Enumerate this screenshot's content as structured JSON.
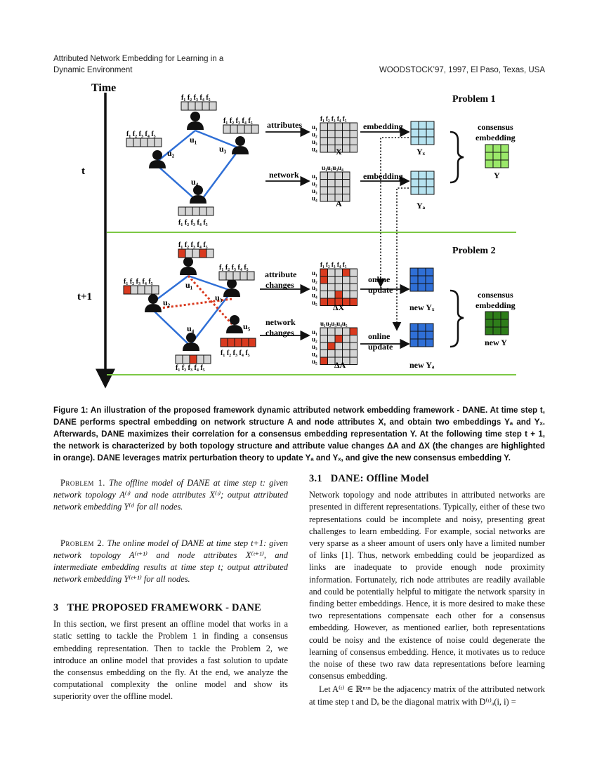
{
  "header": {
    "left_line1": "Attributed Network Embedding for Learning in a",
    "left_line2": "Dynamic Environment",
    "right": "WOODSTOCK’97, 1997, El Paso, Texas, USA"
  },
  "figure": {
    "time_label": "Time",
    "t_label": "t",
    "t1_label": "t+1",
    "problem1": "Problem 1",
    "problem2": "Problem 2",
    "features": "f₁ f₂ f₃ f₄ f₅",
    "nodes4": "u₁u₂u₃u₄",
    "nodes5": "u₁u₂u₃u₄u₅",
    "u1": "u₁",
    "u2": "u₂",
    "u3": "u₃",
    "u4": "u₄",
    "u5": "u₅",
    "attributes": "attributes",
    "network": "network",
    "embedding": "embedding",
    "attribute_changes_1": "attribute",
    "attribute_changes_2": "changes",
    "network_changes_1": "network",
    "network_changes_2": "changes",
    "online_1": "online",
    "online_2": "update",
    "X": "X",
    "A": "A",
    "YX": "Yₓ",
    "YA": "Yₐ",
    "Y": "Y",
    "consensus_1": "consensus",
    "consensus_2": "embedding",
    "dX": "ΔX",
    "dA": "ΔA",
    "newYX": "new Yₓ",
    "newYA": "new Yₐ",
    "newY": "new Y",
    "colors": {
      "gray": "#d4d4d4",
      "red": "#d93a1f",
      "blue": "#2f6fd6",
      "lightblue": "#b7e3f0",
      "lightgreen": "#9be86a",
      "darkgreen": "#2e7d1a",
      "line_green": "#7cc844",
      "edge": "#2f6fd6"
    }
  },
  "caption": "Figure 1: An illustration of the proposed framework dynamic attributed network embedding framework - DANE. At time step t, DANE performs spectral embedding on network structure A and node attributes X, and obtain two embeddings Yₐ and Yₓ. Afterwards, DANE maximizes their correlation for a consensus embedding representation Y. At the following time step t + 1, the network is characterized by both topology structure and attribute value changes ΔA and ΔX (the changes are highlighted in orange). DANE leverages matrix perturbation theory to update Yₐ and Yₓ, and give the new consensus embedding Y.",
  "problem1": {
    "label": "Problem 1.",
    "text": "The offline model of DANE at time step t: given network topology A⁽ᵗ⁾ and node attributes X⁽ᵗ⁾; output attributed network embedding Y⁽ᵗ⁾ for all nodes."
  },
  "problem2": {
    "label": "Problem 2.",
    "text": "The online model of DANE at time step t+1: given network topology A⁽ᵗ⁺¹⁾ and node attributes X⁽ᵗ⁺¹⁾, and intermediate embedding results at time step t; output attributed network embedding Y⁽ᵗ⁺¹⁾ for all nodes."
  },
  "section3": {
    "num": "3",
    "title": "THE PROPOSED FRAMEWORK - DANE",
    "text": "In this section, we first present an offline model that works in a static setting to tackle the Problem 1 in finding a consensus embedding representation. Then to tackle the Problem 2, we introduce an online model that provides a fast solution to update the consensus embedding on the fly. At the end, we analyze the computational complexity the online model and show its superiority over the offline model."
  },
  "section31": {
    "num": "3.1",
    "title": "DANE: Offline Model",
    "p1": "Network topology and node attributes in attributed networks are presented in different representations. Typically, either of these two representations could be incomplete and noisy, presenting great challenges to learn embedding. For example, social networks are very sparse as a sheer amount of users only have a limited number of links [1]. Thus, network embedding could be jeopardized as links are inadequate to provide enough node proximity information. Fortunately, rich node attributes are readily available and could be potentially helpful to mitigate the network sparsity in finding better embeddings. Hence, it is more desired to make these two representations compensate each other for a consensus embedding. However, as mentioned earlier, both representations could be noisy and the existence of noise could degenerate the learning of consensus embedding. Hence, it motivates us to reduce the noise of these two raw data representations before learning consensus embedding.",
    "p2": "Let A⁽ᵗ⁾ ∈ ℝⁿˣⁿ be the adjacency matrix of the attributed network at time step t and Dₐ be the diagonal matrix with D⁽ᵗ⁾ₐ(i, i) ="
  }
}
